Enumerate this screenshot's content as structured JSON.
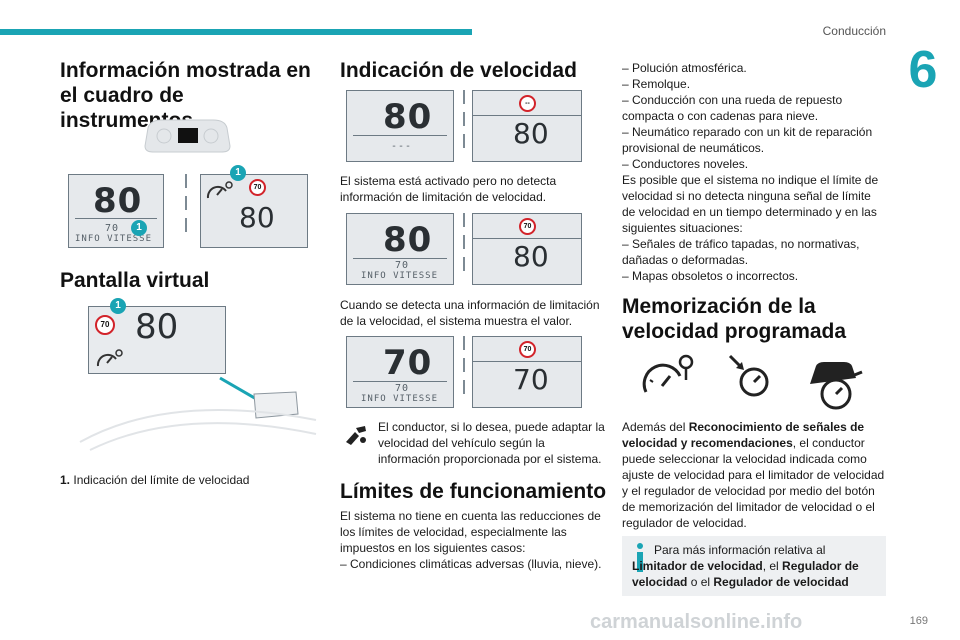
{
  "header": {
    "section": "Conducción",
    "chapter": "6"
  },
  "col1": {
    "title": "Información mostrada en el cuadro de instrumentos",
    "cluster_big": "80",
    "cluster_small": "70",
    "cluster_info": "INFO VITESSE",
    "right_sign": "70",
    "right_value": "80",
    "badge": "1",
    "virtual_title": "Pantalla virtual",
    "virtual_value": "80",
    "virtual_sign": "70",
    "legend_num": "1.",
    "legend_text": "Indicación del límite de velocidad"
  },
  "col2": {
    "title": "Indicación de velocidad",
    "p1_big": "80",
    "p1_dash": "---",
    "p1_sign": "--",
    "p1_value": "80",
    "text1": "El sistema está activado pero no detecta información de limitación de velocidad.",
    "p2_big": "80",
    "p2_small": "70",
    "p2_info": "INFO VITESSE",
    "p2_sign": "70",
    "p2_value": "80",
    "text2": "Cuando se detecta una información de limitación de la velocidad, el sistema muestra el valor.",
    "p3_big": "70",
    "p3_small": "70",
    "p3_info": "INFO VITESSE",
    "p3_sign": "70",
    "p3_value": "70",
    "text3": "El conductor, si lo desea, puede adaptar la velocidad del vehículo según la información proporcionada por el sistema.",
    "limits_title": "Límites de funcionamiento",
    "limits_text": "El sistema no tiene en cuenta las reducciones de los límites de velocidad, especialmente las impuestos en los siguientes casos:\n– Condiciones climáticas adversas (lluvia, nieve)."
  },
  "col3": {
    "list1": [
      "– Polución atmosférica.",
      "– Remolque.",
      "– Conducción con una rueda de repuesto compacta o con cadenas para nieve.",
      "– Neumático reparado con un kit de reparación provisional de neumáticos.",
      "– Conductores noveles."
    ],
    "intro2": "Es posible que el sistema no indique el límite de velocidad si no detecta ninguna señal de límite de velocidad en un tiempo determinado y en las siguientes situaciones:",
    "list2": [
      "– Señales de tráfico tapadas, no normativas, dañadas o deformadas.",
      "– Mapas obsoletos o incorrectos."
    ],
    "mem_title": "Memorización de la velocidad programada",
    "mem_text_a": "Además del ",
    "mem_bold_a": "Reconocimiento de señales de velocidad y recomendaciones",
    "mem_text_b": ", el conductor puede seleccionar la velocidad indicada como ajuste de velocidad para el limitador de velocidad y el regulador de velocidad por medio del botón de memorización del limitador de velocidad o el regulador de velocidad.",
    "info_a": "Para más información relativa al ",
    "info_b": "Limitador de velocidad",
    "info_c": ", el ",
    "info_d": "Regulador de velocidad",
    "info_e": " o el ",
    "info_f": "Regulador de velocidad"
  },
  "footer": {
    "page": "169",
    "watermark": "carmanualsonline.info"
  },
  "colors": {
    "accent": "#1aa4b4",
    "sign_red": "#d2232a",
    "panel": "#e6e9ec"
  }
}
